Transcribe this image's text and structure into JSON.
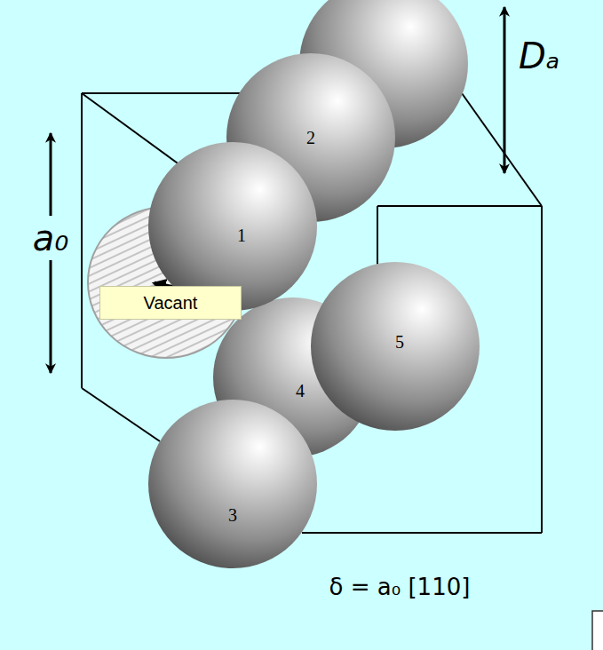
{
  "diagram": {
    "nodes": [
      {
        "text": [
          "1"
        ]
      },
      {
        "text": [
          "2"
        ]
      },
      {
        "text": [
          "3"
        ]
      },
      {
        "text": [
          "4"
        ]
      },
      {
        "text": [
          "5"
        ]
      },
      {
        "text": [
          "Vacant"
        ]
      }
    ],
    "edges": [
      {
        "from": 4,
        "to": 5,
        "arrow": "to"
      }
    ],
    "labels": [
      "a₀",
      "Dₐ",
      "δ = a₀ [110]"
    ]
  }
}
